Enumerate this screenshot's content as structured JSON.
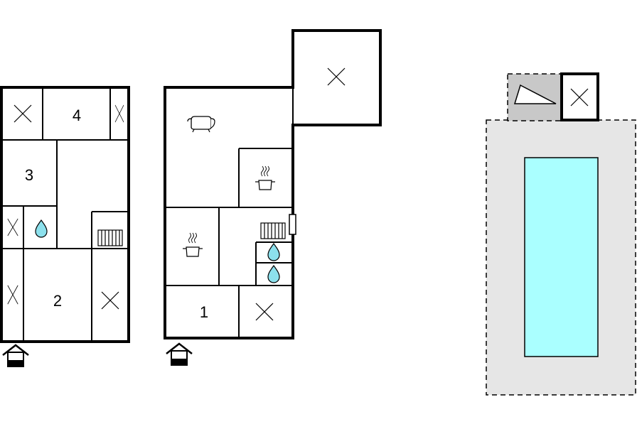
{
  "rooms": {
    "r1": "1",
    "r2": "2",
    "r3": "3",
    "r4": "4"
  },
  "icons": {
    "bathroom": "water-drop-icon",
    "kitchen": "cooking-pot-icon",
    "living": "sofa-icon",
    "heating": "radiator-icon",
    "entrance": "entrance-house-icon",
    "unnamed_room": "x-mark-icon",
    "sauna": "triangle-icon"
  },
  "colors": {
    "pool": "#aaffff",
    "terrace": "#e6e6e6",
    "annex": "#c8c8c8",
    "drop": "#8ce0ec",
    "walls": "#000000"
  }
}
